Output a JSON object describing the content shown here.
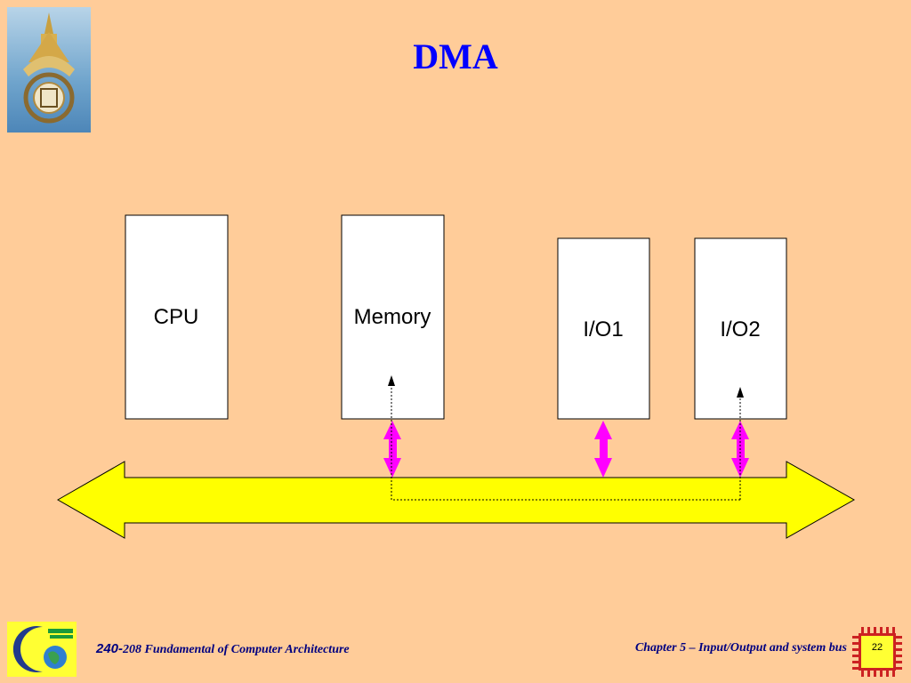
{
  "slide": {
    "title": "DMA",
    "background_color": "#FFCC99",
    "title_color": "#0000FF"
  },
  "diagram": {
    "components": [
      {
        "id": "cpu",
        "label": "CPU"
      },
      {
        "id": "memory",
        "label": "Memory"
      },
      {
        "id": "io1",
        "label": "I/O1"
      },
      {
        "id": "io2",
        "label": "I/O2"
      }
    ],
    "bus_color": "#FFFF00",
    "connector_color": "#FF00FF",
    "dma_path": "dotted path from I/O2 through the bus to Memory"
  },
  "footer": {
    "course_code": "240-",
    "course_title": "208 Fundamental of Computer Architecture",
    "chapter": "Chapter 5 – Input/Output and system bus",
    "page_number": "22"
  },
  "icons": {
    "top_logo": "university-emblem-icon",
    "bottom_logo": "faculty-logo-icon",
    "page_badge": "chip-icon"
  }
}
